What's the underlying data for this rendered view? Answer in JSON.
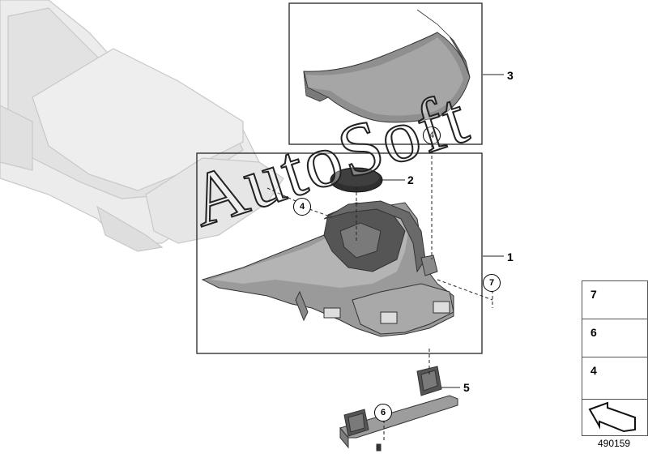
{
  "callouts": {
    "part1": "1",
    "part2": "2",
    "part3": "3",
    "part5": "5",
    "ref4_top": "4",
    "ref4_left": "4",
    "ref7": "7",
    "ref6": "6"
  },
  "legend": [
    {
      "number": "7",
      "icon": "nut-icon"
    },
    {
      "number": "6",
      "icon": "screw-icon"
    },
    {
      "number": "4",
      "icon": "clip-icon"
    },
    {
      "number": "",
      "icon": "arrow-icon"
    }
  ],
  "diagram_id": "490159",
  "watermark": "AutoSoft"
}
